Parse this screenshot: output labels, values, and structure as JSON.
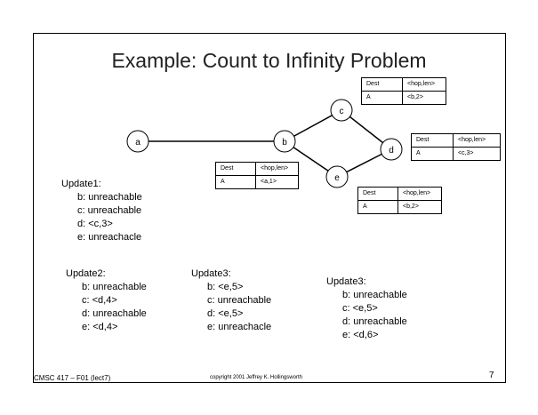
{
  "slide": {
    "title": "Example: Count to Infinity Problem",
    "footer_left": "CMSC 417 – F01  (lect7)",
    "footer_center": "copyright 2001 Jeffrey K. Hollingsworth",
    "page_number": "7"
  },
  "nodes": {
    "a": "a",
    "b": "b",
    "c": "c",
    "d": "d",
    "e": "e"
  },
  "tables": {
    "c": {
      "h1": "Dest",
      "h2": "<hop,len>",
      "v1": "A",
      "v2": "<b,2>"
    },
    "d": {
      "h1": "Dest",
      "h2": "<hop,len>",
      "v1": "A",
      "v2": "<c,3>"
    },
    "b": {
      "h1": "Dest",
      "h2": "<hop,len>",
      "v1": "A",
      "v2": "<a,1>"
    },
    "e": {
      "h1": "Dest",
      "h2": "<hop,len>",
      "v1": "A",
      "v2": "<b,2>"
    }
  },
  "updates": {
    "u1": {
      "title": "Update1:",
      "lines": [
        "b: unreachable",
        "c: unreachable",
        "d: <c,3>",
        "e: unreachacle"
      ]
    },
    "u2": {
      "title": "Update2:",
      "lines": [
        "b: unreachable",
        "c: <d,4>",
        "d: unreachable",
        "e: <d,4>"
      ]
    },
    "u3": {
      "title": "Update3:",
      "lines": [
        "b: <e,5>",
        "c: unreachable",
        "d: <e,5>",
        "e: unreachacle"
      ]
    },
    "u4": {
      "title": "Update3:",
      "lines": [
        "b: unreachable",
        "c: <e,5>",
        "d: unreachable",
        "e: <d,6>"
      ]
    }
  }
}
